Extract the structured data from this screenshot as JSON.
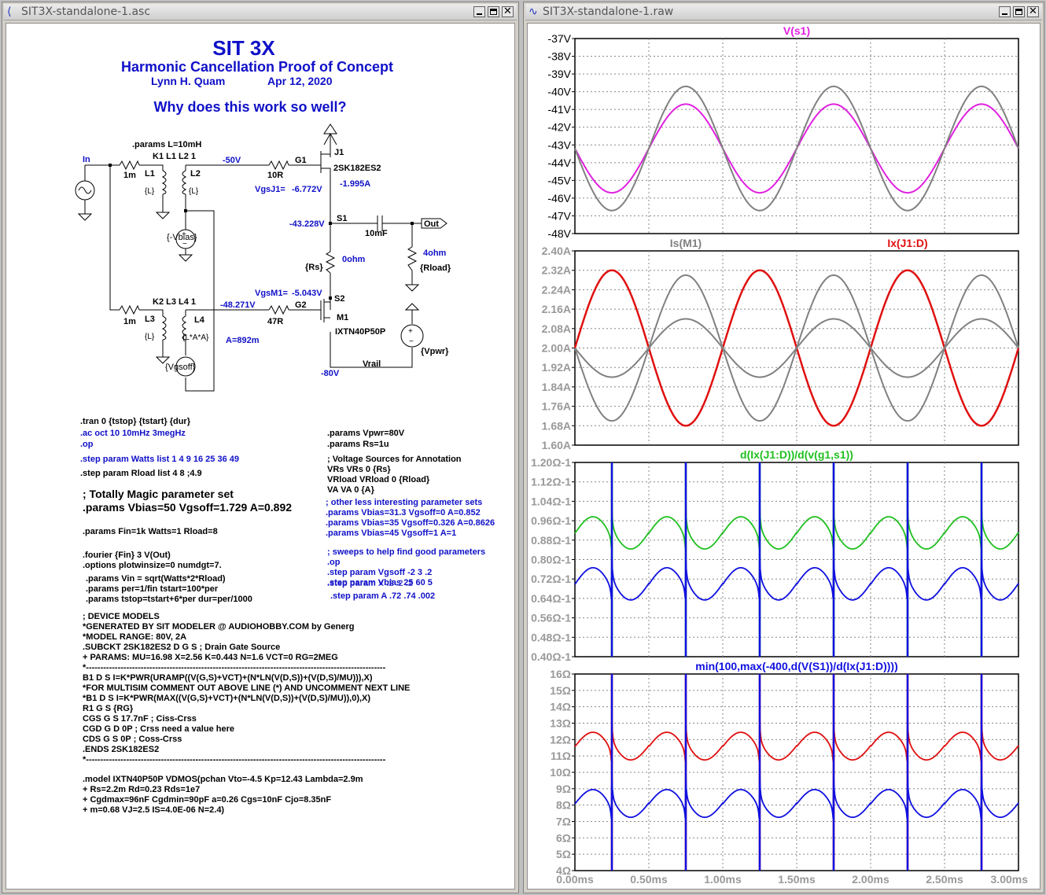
{
  "schematic_window": {
    "title": "SIT3X-standalone-1.asc",
    "header": {
      "title": "SIT 3X",
      "subtitle": "Harmonic Cancellation Proof of Concept",
      "author": "Lynn H. Quam",
      "date": "Apr 12, 2020",
      "question": "Why does this work so well?"
    },
    "labels": {
      "params_L": ".params L=10mH",
      "k1": "K1 L1 L2 1",
      "k2": "K2 L3 L4 1",
      "in": "In",
      "r1m_a": "1m",
      "r1m_b": "1m",
      "l1": "L1",
      "l2": "L2",
      "l3": "L3",
      "l4": "L4",
      "lval1": "{L}",
      "lval2": "{L}",
      "lval3": "{L}",
      "lval4": "{L*A*A}",
      "vbias": "{-Vbias}",
      "vgsoff": "{Vgsoff}",
      "v_m50": "-50V",
      "r10": "10R",
      "g1": "G1",
      "j1": "J1",
      "j1_model": "2SK182ES2",
      "vgsj1": "VgsJ1=",
      "vgsj1_val": "-6.772V",
      "id_j1": "-1.995A",
      "s1": "S1",
      "v_s1": "-43.228V",
      "cap": "10mF",
      "out": "Out",
      "rs": "{Rs}",
      "rs_val": "0ohm",
      "rload_val": "4ohm",
      "rload": "{Rload}",
      "vgsm1": "VgsM1=",
      "vgsm1_val": "-5.043V",
      "s2": "S2",
      "v_g2": "-48.271V",
      "g2": "G2",
      "r47": "47R",
      "m1": "M1",
      "m1_model": "IXTN40P50P",
      "a_val": "A=892m",
      "vpwr": "{Vpwr}",
      "vrail": "Vrail",
      "v_m80": "-80V"
    },
    "directives": {
      "tran": ".tran 0 {tstop} {tstart} {dur}",
      "ac": ".ac oct 10 10mHz 3megHz",
      "op": ".op",
      "step_watts": ".step param Watts list 1 4 9 16 25 36 49",
      "step_rload": ".step param Rload list 4  8  ;4.9",
      "magic_title": "; Totally Magic parameter set",
      "magic_params": ".params Vbias=50 Vgsoff=1.729 A=0.892",
      "params_fin": ".params Fin=1k Watts=1 Rload=8",
      "fourier": ".fourier {Fin} 3 V(Out)",
      "options": ".options plotwinsize=0 numdgt=7.",
      "params_vin": ".params Vin = sqrt(Watts*2*Rload)",
      "params_per": ".params per=1/fin tstart=100*per",
      "params_tstop": ".params tstop=tstart+6*per dur=per/1000",
      "params_vpwr": ".params Vpwr=80V",
      "params_rs": ".params Rs=1u",
      "vs_title": "; Voltage Sources for Annotation",
      "vs1": "VRs VRs 0 {Rs}",
      "vs2": "VRload VRload 0 {Rload}",
      "vs3": "VA VA 0 {A}",
      "other_title": "; other less interesting parameter sets",
      "other1": ".params Vbias=31.3 Vgsoff=0 A=0.852",
      "other2": ".params Vbias=35 Vgsoff=0.326 A=0.8626",
      "other3": ".params Vbias=45 Vgsoff=1 A=1",
      "sweeps_title": "; sweeps to help find good parameters",
      "sweeps_op": ".op",
      "sweep1": ".step param Vgsoff -2 3 .2",
      "sweep2a": ".step param Vbias 25 60 5",
      "sweep2b": ".step param X .2 .2 .2",
      "sweep3": ".step param A .72 .74 .002"
    },
    "models": [
      "; DEVICE MODELS",
      "*GENERATED BY SIT MODELER @ AUDIOHOBBY.COM by Generg",
      "*MODEL RANGE: 80V, 2A",
      ".SUBCKT 2SK182ES2 D G S ; Drain Gate Source",
      "+ PARAMS: MU=16.98 X=2.56 K=0.443 N=1.6 VCT=0 RG=2MEG",
      "*--------------------------------------------------------------------------------------------------------",
      "B1 D S I=K*PWR(URAMP((V(G,S)+VCT)+(N*LN(V(D,S))+(V(D,S)/MU))),X)",
      "*FOR MULTISIM COMMENT OUT ABOVE LINE (*) AND UNCOMMENT NEXT LINE",
      "*B1 D S I=K*PWR(MAX((V(G,S)+VCT)+(N*LN(V(D,S))+(V(D,S)/MU)),0),X)",
      "R1 G S {RG}",
      "CGS G S 17.7nF  ; Ciss-Crss",
      "CGD G D 0P      ; Crss          need a value here",
      "CDS G S 0P      ; Coss-Crss",
      ".ENDS 2SK182ES2",
      "*--------------------------------------------------------------------------------------------------------",
      "",
      ".model IXTN40P50P VDMOS(pchan Vto=-4.5 Kp=12.43 Lambda=2.9m",
      "+ Rs=2.2m Rd=0.23 Rds=1e7",
      "+ Cgdmax=96nF Cgdmin=90pF a=0.26 Cgs=10nF Cjo=8.35nF",
      "+ m=0.68 VJ=2.5 IS=4.0E-06 N=2.4)"
    ]
  },
  "plot_window": {
    "title": "SIT3X-standalone-1.raw",
    "x_ticks": [
      "0.00ms",
      "0.50ms",
      "1.00ms",
      "1.50ms",
      "2.00ms",
      "2.50ms",
      "3.00ms"
    ]
  },
  "chart_data": [
    {
      "type": "line",
      "title": "V(s1)",
      "xlim": [
        0,
        3
      ],
      "ylim": [
        -48,
        -37
      ],
      "y_ticks": [
        "-37V",
        "-38V",
        "-39V",
        "-40V",
        "-41V",
        "-42V",
        "-43V",
        "-44V",
        "-45V",
        "-46V",
        "-47V",
        "-48V"
      ],
      "grid": true,
      "series": [
        {
          "name": "V(s1)",
          "color": "#e020e0",
          "offset": -43.2,
          "amplitude": 2.5,
          "phase": "-sin",
          "period_ms": 1.0
        },
        {
          "color": "#808080",
          "offset": -43.2,
          "amplitude": 3.5,
          "phase": "-sin",
          "period_ms": 1.0
        }
      ]
    },
    {
      "type": "line",
      "legend": [
        "Is(M1)",
        "Ix(J1:D)"
      ],
      "legend_colors": [
        "#808080",
        "#e01010"
      ],
      "xlim": [
        0,
        3
      ],
      "ylim": [
        1.6,
        2.4
      ],
      "y_ticks": [
        "2.40A",
        "2.32A",
        "2.24A",
        "2.16A",
        "2.08A",
        "2.00A",
        "1.92A",
        "1.84A",
        "1.76A",
        "1.68A",
        "1.60A"
      ],
      "grid": true,
      "series": [
        {
          "name": "Ix(J1:D)",
          "color": "#e01010",
          "offset": 2.0,
          "amplitude": 0.32,
          "phase": "sin"
        },
        {
          "name": "Is(M1)",
          "color": "#808080",
          "offset": 2.0,
          "amplitude": 0.3,
          "phase": "-sin"
        },
        {
          "color": "#808080",
          "offset": 2.0,
          "amplitude": 0.12,
          "phase": "-sin"
        }
      ]
    },
    {
      "type": "line",
      "title": "d(Ix(J1:D))/d(v(g1,s1))",
      "xlim": [
        0,
        3
      ],
      "ylim": [
        0.4,
        1.2
      ],
      "y_ticks": [
        "1.20Ω-1",
        "1.12Ω-1",
        "1.04Ω-1",
        "0.96Ω-1",
        "0.88Ω-1",
        "0.80Ω-1",
        "0.72Ω-1",
        "0.64Ω-1",
        "0.56Ω-1",
        "0.48Ω-1",
        "0.40Ω-1"
      ],
      "grid": true,
      "series": [
        {
          "color": "#20c020",
          "base": 0.91,
          "amplitude": 0.07
        },
        {
          "color": "#1010e0",
          "base": 0.7,
          "amplitude": 0.07
        }
      ],
      "spikes_ms": [
        0.25,
        0.75,
        1.25,
        1.75,
        2.25,
        2.75
      ]
    },
    {
      "type": "line",
      "title": "min(100,max(-400,d(V(S1))/d(Ix(J1:D))))",
      "xlim": [
        0,
        3
      ],
      "ylim": [
        4,
        16
      ],
      "y_ticks": [
        "16Ω",
        "15Ω",
        "14Ω",
        "13Ω",
        "12Ω",
        "11Ω",
        "10Ω",
        "9Ω",
        "8Ω",
        "7Ω",
        "6Ω",
        "5Ω",
        "4Ω"
      ],
      "grid": true,
      "series": [
        {
          "color": "#e01010",
          "base": 11.6,
          "amplitude": 0.9
        },
        {
          "color": "#1010e0",
          "base": 8.1,
          "amplitude": 0.9
        }
      ],
      "spikes_ms": [
        0.25,
        0.75,
        1.25,
        1.75,
        2.25,
        2.75
      ]
    }
  ]
}
